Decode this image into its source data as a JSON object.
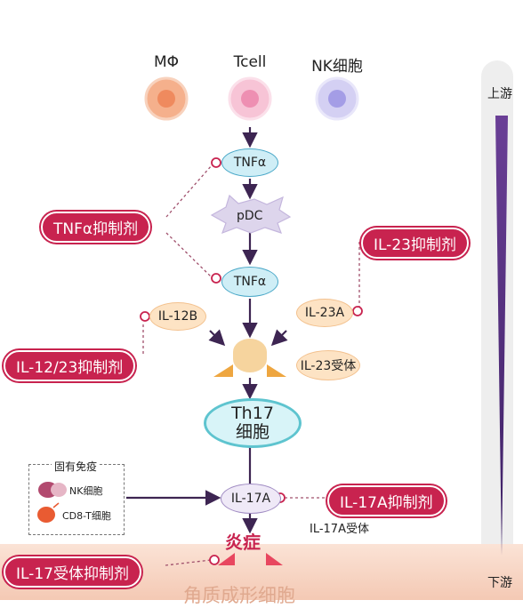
{
  "cells": {
    "macrophage": "MΦ",
    "tcell": "Tcell",
    "nk": "NK细胞"
  },
  "nodes": {
    "tnfa_top": "TNFα",
    "pdc": "pDC",
    "tnfa_bottom": "TNFα",
    "il12b": "IL-12B",
    "il23a": "IL-23A",
    "il23_receptor": "IL-23受体",
    "th17_line1": "Th17",
    "th17_line2": "细胞",
    "il17a": "IL-17A",
    "il17a_receptor": "IL-17A受体",
    "inflammation": "炎症",
    "keratinocyte": "角质成形细胞"
  },
  "inhibitors": {
    "tnfa": "TNFα抑制剂",
    "il23": "IL-23抑制剂",
    "il12_23": "IL-12/23抑制剂",
    "il17a": "IL-17A抑制剂",
    "il17r": "IL-17受体抑制剂"
  },
  "innate": {
    "title": "固有免疫",
    "nk": "NK细胞",
    "cd8t": "CD8-T细胞"
  },
  "scale": {
    "upstream": "上游",
    "downstream": "下游"
  },
  "colors": {
    "inhibitor": "#c8234f",
    "arrow": "#3d2552",
    "gradient_bar": "#4e2a78"
  }
}
